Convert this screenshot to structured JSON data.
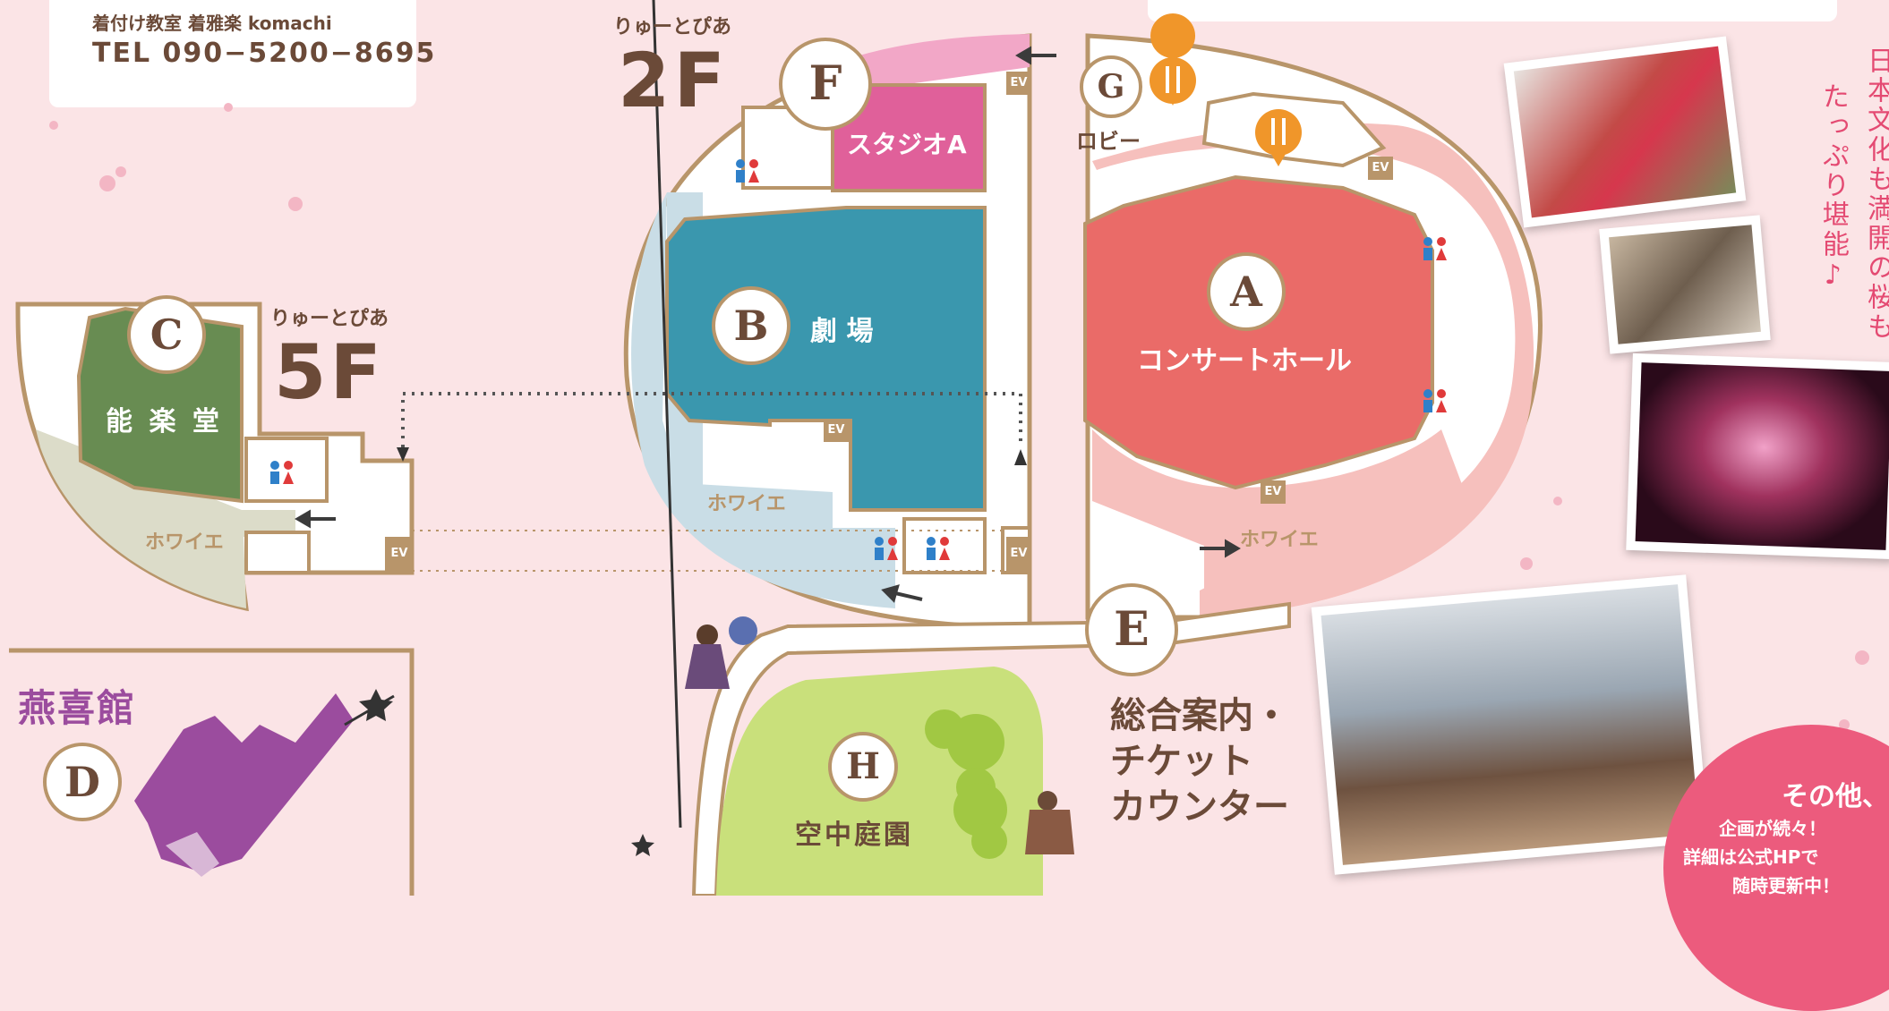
{
  "contact": {
    "line1": "着付け教室 着雅楽 komachi",
    "line2": "TEL 090−5200−8695"
  },
  "floor_2f": {
    "caption": "りゅーとぴあ",
    "label": "2F"
  },
  "floor_5f": {
    "caption": "りゅーとぴあ",
    "label": "5F"
  },
  "markers": {
    "A": "A",
    "B": "B",
    "C": "C",
    "D": "D",
    "E": "E",
    "F": "F",
    "G": "G",
    "H": "H"
  },
  "rooms": {
    "concert_hall": "コンサートホール",
    "theater": "劇 場",
    "studio_a": "スタジオA",
    "noh_stage": "能 楽 堂",
    "lobby": "ロビー",
    "foyer": "ホワイエ",
    "sky_garden": "空中庭園",
    "enkikan": "燕喜館",
    "info_counter": [
      "総合案内・",
      "チケット",
      "カウンター"
    ],
    "ev": "EV"
  },
  "vertical_text": [
    "日本文化も満開の桜も",
    "たっぷり堪能♪"
  ],
  "promo": {
    "title": "その他、",
    "lines": [
      "企画が続々！",
      "詳細は公式HPで",
      "随時更新中！"
    ]
  },
  "colors": {
    "background": "#fbe4e6",
    "concert_hall": "#ea6b68",
    "concert_ring": "#f6c0bd",
    "theater": "#3a97ae",
    "theater_ring": "#c9dde6",
    "studio": "#e0609a",
    "noh_stage": "#688c52",
    "enkikan": "#9b4c9e",
    "garden": "#c9e07b",
    "outline": "#b8956a",
    "marker_text": "#6b4a38",
    "restaurant_pin": "#f0962a",
    "accent_pink": "#e44a72"
  },
  "icons": [
    "restroom-icon",
    "restaurant-icon",
    "elevator-icon",
    "stairs-icon",
    "arrow-icon",
    "star-icon"
  ]
}
